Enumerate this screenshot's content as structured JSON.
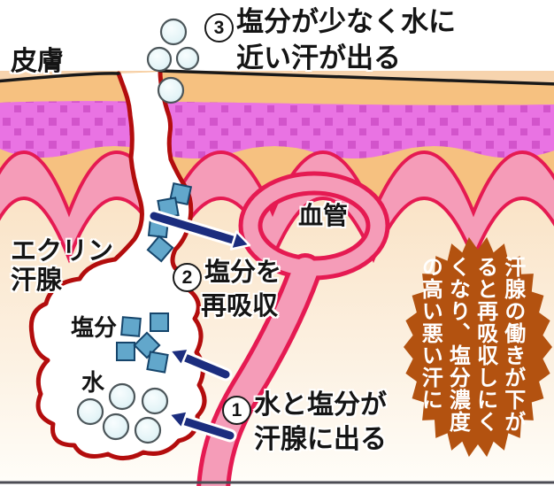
{
  "diagram": {
    "skin_label": "皮膚",
    "vessel_label": "血管",
    "gland_label_line1": "エクリン",
    "gland_label_line2": "汗腺",
    "salt_label": "塩分",
    "water_label": "水"
  },
  "steps": {
    "step1": {
      "num": "1",
      "line1": "水と塩分が",
      "line2": "汗腺に出る"
    },
    "step2": {
      "num": "2",
      "line1": "塩分を",
      "line2": "再吸収"
    },
    "step3": {
      "num": "3",
      "line1": "塩分が少なく水に",
      "line2": "近い汗が出る"
    }
  },
  "badge": {
    "lines": [
      "汗腺の働きが下が",
      "ると再吸収しにく",
      "くなり、塩分濃度",
      "の高い悪い汗に"
    ]
  },
  "colors": {
    "outline-red": "#b30d0d",
    "vessel-red": "#e51a52",
    "vessel-pink": "#f59cb8",
    "skin-orange": "#f6c180",
    "skin-magenta": "#e973e3",
    "magenta-speckle": "#d254cb",
    "arrow-navy": "#1b2d7e",
    "badge-brown": "#b35210",
    "salt-blue": "#62a7cb",
    "bubble-blue": "#e4f4f7"
  }
}
